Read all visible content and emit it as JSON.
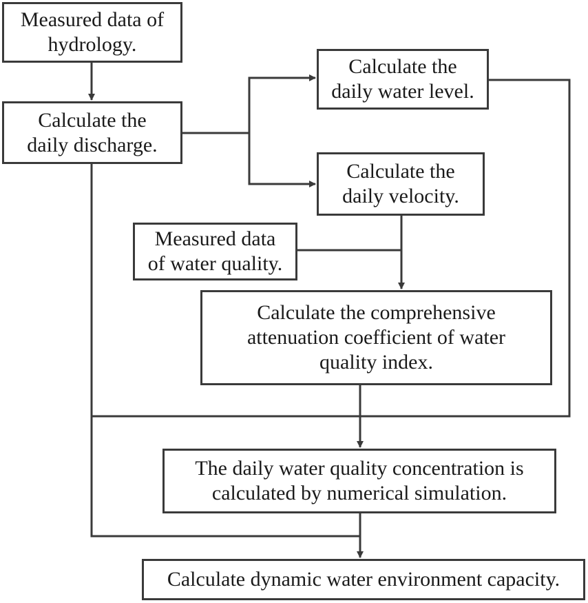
{
  "diagram": {
    "nodes": {
      "hydrology_data": {
        "lines": [
          "Measured data of",
          "hydrology."
        ]
      },
      "daily_discharge": {
        "lines": [
          "Calculate the",
          "daily discharge."
        ]
      },
      "daily_water_level": {
        "lines": [
          "Calculate the",
          "daily water level."
        ]
      },
      "daily_velocity": {
        "lines": [
          "Calculate the",
          "daily velocity."
        ]
      },
      "water_quality_data": {
        "lines": [
          "Measured data",
          "of water quality."
        ]
      },
      "attenuation_coefficient": {
        "lines": [
          "Calculate the comprehensive",
          "attenuation coefficient of water",
          "quality index."
        ]
      },
      "concentration_simulation": {
        "lines": [
          "The daily water quality concentration is",
          "calculated by numerical simulation."
        ]
      },
      "environment_capacity": {
        "lines": [
          "Calculate dynamic water environment capacity."
        ]
      }
    },
    "edges": [
      {
        "from": "hydrology_data",
        "to": "daily_discharge"
      },
      {
        "from": "daily_discharge",
        "to": "daily_water_level"
      },
      {
        "from": "daily_discharge",
        "to": "daily_velocity"
      },
      {
        "from": "daily_velocity",
        "to": "attenuation_coefficient"
      },
      {
        "from": "water_quality_data",
        "to": "attenuation_coefficient"
      },
      {
        "from": "attenuation_coefficient",
        "to": "concentration_simulation"
      },
      {
        "from": "daily_water_level",
        "to": "concentration_simulation"
      },
      {
        "from": "daily_discharge",
        "to": "concentration_simulation"
      },
      {
        "from": "daily_discharge",
        "to": "environment_capacity"
      },
      {
        "from": "concentration_simulation",
        "to": "environment_capacity"
      }
    ],
    "colors": {
      "stroke": "#3a3a3a",
      "text": "#1a1a1a",
      "background": "#ffffff"
    }
  }
}
